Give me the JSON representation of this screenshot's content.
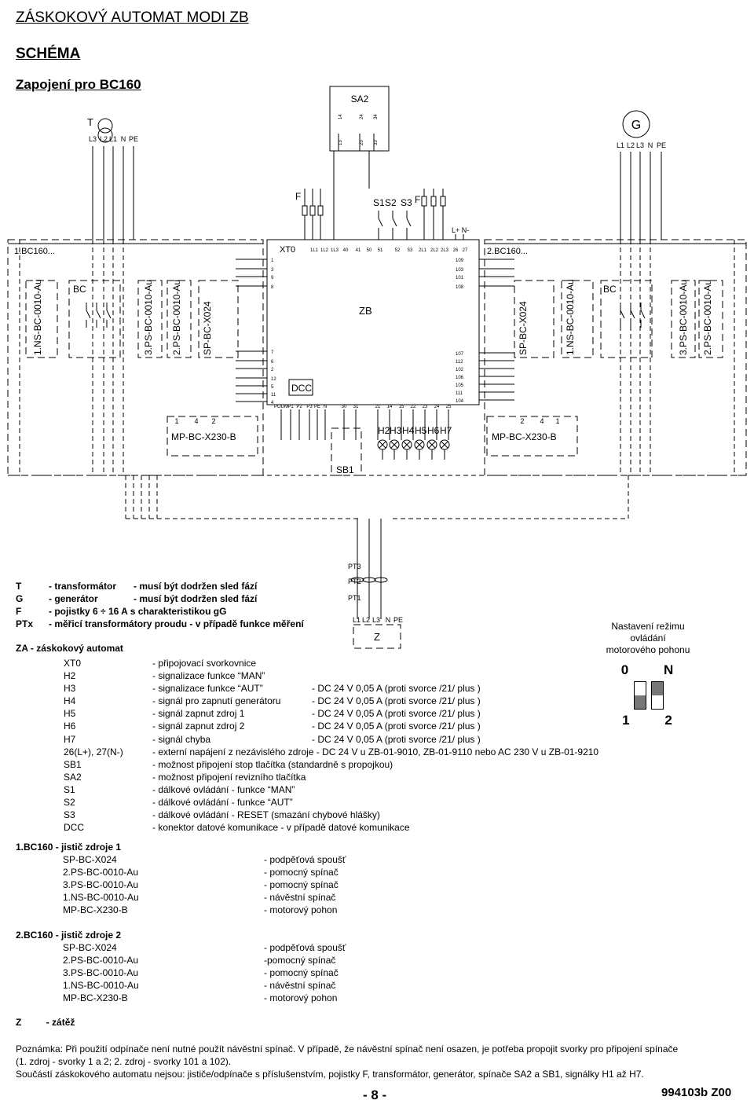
{
  "header": {
    "title": "ZÁSKOKOVÝ AUTOMAT MODI ZB",
    "section": "SCHÉMA",
    "subsection": "Zapojení pro BC160"
  },
  "diagram": {
    "sa2": "SA2",
    "sa2_pins_top": [
      "14",
      "24",
      "34"
    ],
    "sa2_pins_bottom": [
      "13",
      "23",
      "33"
    ],
    "transformer": "T",
    "generator": "G",
    "trafo_terminals": [
      "L3",
      "L2",
      "L1",
      "N",
      "PE"
    ],
    "gen_terminals": [
      "L1",
      "L2",
      "L3",
      "N",
      "PE"
    ],
    "fuse_left": "F",
    "fuse_right": "F",
    "s_switches": [
      "S1",
      "S2",
      "S3"
    ],
    "lplus_nminus": "L+ N-",
    "xt0": "XT0",
    "xt0_terminals": [
      "1L1",
      "1L2",
      "1L3",
      "40",
      "41",
      "50",
      "51",
      "52",
      "53",
      "2L1",
      "2L2",
      "2L3",
      "26",
      "27"
    ],
    "bc160_1": "1.BC160...",
    "bc160_2": "2.BC160...",
    "left_terminals": [
      "1",
      "3",
      "9",
      "8",
      "7",
      "6",
      "2",
      "12",
      "5",
      "11",
      "4"
    ],
    "right_terminals": [
      "109",
      "103",
      "101",
      "108",
      "107",
      "112",
      "102",
      "106",
      "105",
      "111",
      "104"
    ],
    "zb": "ZB",
    "dcc": "DCC",
    "bottom_terminals": [
      "PODM",
      "P1",
      "P2",
      "P3",
      "PE",
      "N",
      "30",
      "31",
      "21",
      "14",
      "15",
      "22",
      "23",
      "24",
      "25"
    ],
    "modules_left": [
      "1.NS-BC-0010-Au",
      "BC",
      "3.PS-BC-0010-Au",
      "2.PS-BC-0010-Au",
      "SP-BC-X024"
    ],
    "modules_right": [
      "SP-BC-X024",
      "1.NS-BC-0010-Au",
      "BC",
      "3.PS-BC-0010-Au",
      "2.PS-BC-0010-Au"
    ],
    "mp_left": "MP-BC-X230-B",
    "mp_left_pins": [
      "1",
      "4",
      "2"
    ],
    "mp_right": "MP-BC-X230-B",
    "mp_right_pins": [
      "2",
      "4",
      "1"
    ],
    "sb1": "SB1",
    "lamps": [
      "H2",
      "H3",
      "H4",
      "H5",
      "H6",
      "H7"
    ],
    "pt": [
      "PT3",
      "PT2",
      "PT1"
    ],
    "load_terminals": [
      "L1",
      "L2",
      "L3",
      "N",
      "PE"
    ],
    "load": "Z"
  },
  "legend": {
    "rows": [
      {
        "sym": "T",
        "name": "- transformátor",
        "desc": "- musí být dodržen sled fází"
      },
      {
        "sym": "G",
        "name": "- generátor",
        "desc": "- musí být dodržen sled fází"
      },
      {
        "sym": "F",
        "name": "- pojistky 6 ÷ 16 A s charakteristikou gG",
        "desc": ""
      },
      {
        "sym": "PTx",
        "name": "- měřicí transformátory proudu - v případě funkce měření",
        "desc": ""
      }
    ],
    "za_heading": "ZA - záskokový automat",
    "za_items": [
      {
        "sym": "XT0",
        "desc": "- připojovací svorkovnice",
        "spec": ""
      },
      {
        "sym": "H2",
        "desc": "- signalizace funkce “MAN”",
        "spec": ""
      },
      {
        "sym": "H3",
        "desc": "- signalizace funkce “AUT”",
        "spec": "- DC 24 V 0,05 A  (proti svorce  /21/ plus )"
      },
      {
        "sym": "H4",
        "desc": "- signál pro zapnutí generátoru",
        "spec": "- DC 24 V 0,05 A  (proti svorce  /21/ plus )"
      },
      {
        "sym": "H5",
        "desc": "- signál zapnut zdroj 1",
        "spec": "- DC 24 V 0,05 A (proti svorce /21/ plus )"
      },
      {
        "sym": "H6",
        "desc": "- signál zapnut zdroj 2",
        "spec": "- DC 24 V 0,05 A  (proti svorce /21/ plus )"
      },
      {
        "sym": "H7",
        "desc": "- signál chyba",
        "spec": "- DC 24 V 0,05 A (proti svorce /21/ plus )"
      },
      {
        "sym": "26(L+), 27(N-)",
        "desc": "- externí napájení z nezávislého zdroje  - DC 24 V u ZB-01-9010, ZB-01-9110 nebo AC 230 V u ZB-01-9210",
        "spec": ""
      },
      {
        "sym": "SB1",
        "desc": "- možnost připojení stop tlačítka (standardně s propojkou)",
        "spec": ""
      },
      {
        "sym": "SA2",
        "desc": "- možnost připojení revizního tlačítka",
        "spec": ""
      },
      {
        "sym": "S1",
        "desc": "- dálkové ovládání - funkce “MAN”",
        "spec": ""
      },
      {
        "sym": "S2",
        "desc": "- dálkové ovládání - funkce “AUT”",
        "spec": ""
      },
      {
        "sym": "S3",
        "desc": "- dálkové ovládání - RESET (smazání chybové hlášky)",
        "spec": ""
      },
      {
        "sym": "DCC",
        "desc": "- konektor datové komunikace - v případě datové komunikace",
        "spec": ""
      }
    ],
    "src1_heading": "1.BC160 - jistič zdroje 1",
    "src1_items": [
      {
        "sym": "SP-BC-X024",
        "desc": "- podpěťová spoušť"
      },
      {
        "sym": "2.PS-BC-0010-Au",
        "desc": "- pomocný spínač"
      },
      {
        "sym": "3.PS-BC-0010-Au",
        "desc": "- pomocný spínač"
      },
      {
        "sym": "1.NS-BC-0010-Au",
        "desc": "- návěstní spínač"
      },
      {
        "sym": "MP-BC-X230-B",
        "desc": "- motorový pohon"
      }
    ],
    "src2_heading": "2.BC160 - jistič zdroje 2",
    "src2_items": [
      {
        "sym": "SP-BC-X024",
        "desc": "- podpěťová spoušť"
      },
      {
        "sym": "2.PS-BC-0010-Au",
        "desc": "-pomocný spínač"
      },
      {
        "sym": "3.PS-BC-0010-Au",
        "desc": "- pomocný spínač"
      },
      {
        "sym": "1.NS-BC-0010-Au",
        "desc": "- návěstní spínač"
      },
      {
        "sym": "MP-BC-X230-B",
        "desc": "- motorový pohon"
      }
    ],
    "z_sym": "Z",
    "z_desc": "- zátěž"
  },
  "mode_panel": {
    "heading_line1": "Nastavení režimu ovládání",
    "heading_line2": "motorového pohonu",
    "top_labels": "0 N",
    "bottom_labels": "1 2"
  },
  "notes": {
    "line1": "Poznámka: Při použití odpínače není nutné použít návěstní spínač. V případě, že návěstní spínač není osazen, je potřeba propojit svorky pro připojení spínače",
    "line2": "(1. zdroj - svorky 1 a 2; 2. zdroj - svorky 101 a 102).",
    "line3": "Součástí záskokového automatu nejsou: jističe/odpínače s příslušenstvím, pojistky F, transformátor, generátor, spínače SA2 a SB1, signálky H1 až H7."
  },
  "footer": {
    "page": "- 8 -",
    "code": "994103b Z00"
  }
}
